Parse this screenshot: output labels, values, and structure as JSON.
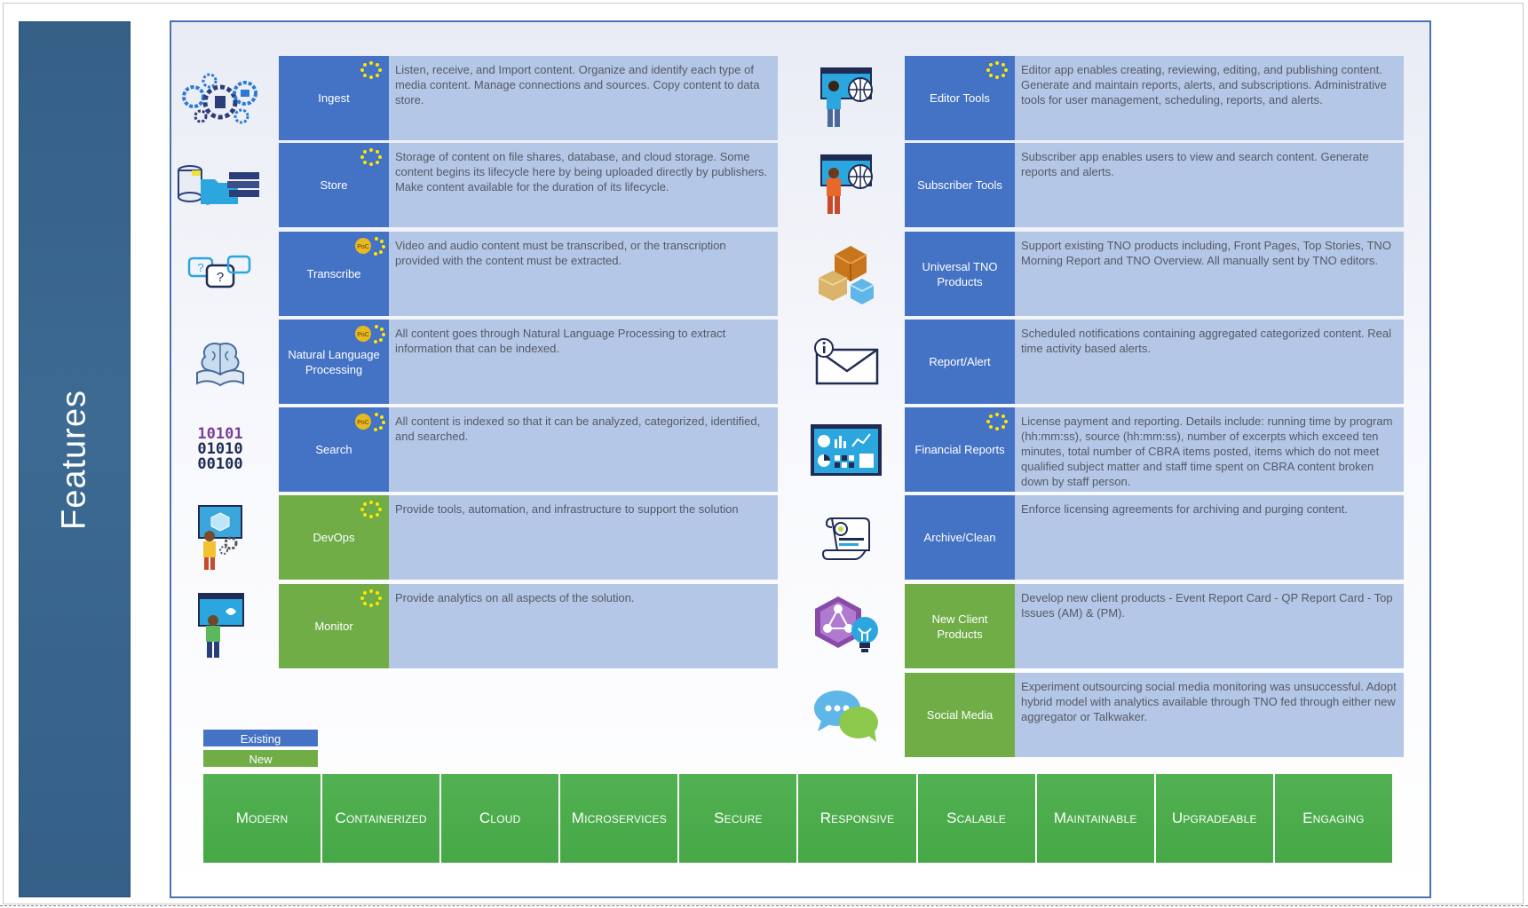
{
  "side_panel": {
    "title": "Features"
  },
  "legend": {
    "existing_label": "Existing",
    "new_label": "New"
  },
  "left_column": [
    {
      "label": "Ingest",
      "status": "existing",
      "badges": [
        "sun"
      ],
      "icon": "gears-network-icon",
      "description": "Listen, receive, and Import content.  Organize and identify each type of media content.  Manage connections and sources.  Copy content to data store."
    },
    {
      "label": "Store",
      "status": "existing",
      "badges": [
        "sun"
      ],
      "icon": "database-folder-books-icon",
      "description": "Storage of content on file shares, database, and cloud storage.  Some content begins its lifecycle here by being uploaded directly by publishers. Make content available for the duration of its lifecycle."
    },
    {
      "label": "Transcribe",
      "status": "existing",
      "badges": [
        "poc",
        "sun"
      ],
      "poc_label": "PoC",
      "icon": "speech-bubbles-question-icon",
      "description": "Video and audio content must be transcribed, or the transcription provided with the content must be extracted."
    },
    {
      "label": "Natural Language Processing",
      "status": "existing",
      "badges": [
        "poc",
        "sun"
      ],
      "poc_label": "PoC",
      "icon": "brain-book-icon",
      "description": "All content goes through Natural Language Processing to extract information that can be indexed."
    },
    {
      "label": "Search",
      "status": "existing",
      "badges": [
        "poc",
        "sun"
      ],
      "poc_label": "PoC",
      "icon": "binary-code-icon",
      "binary_lines": [
        "10101",
        "01010",
        "00100"
      ],
      "description": "All content is indexed so that it can be analyzed, categorized, identified, and searched."
    },
    {
      "label": "DevOps",
      "status": "new",
      "badges": [
        "sun"
      ],
      "icon": "developer-person-icon",
      "description": "Provide tools, automation, and infrastructure to support the solution"
    },
    {
      "label": "Monitor",
      "status": "new",
      "badges": [
        "sun"
      ],
      "icon": "monitor-person-icon",
      "description": "Provide analytics on all aspects of the solution."
    }
  ],
  "right_column": [
    {
      "label": "Editor Tools",
      "status": "existing",
      "badges": [
        "sun"
      ],
      "icon": "editor-person-globe-icon",
      "description": "Editor app enables creating, reviewing, editing, and publishing content. Generate and maintain reports, alerts, and subscriptions.  Administrative tools for user management, scheduling, reports, and alerts."
    },
    {
      "label": "Subscriber Tools",
      "status": "existing",
      "badges": [],
      "icon": "subscriber-person-globe-icon",
      "description": "Subscriber app enables users to view and search content.  Generate reports and alerts."
    },
    {
      "label": "Universal TNO Products",
      "status": "existing",
      "badges": [],
      "icon": "boxes-icon",
      "description": "Support existing TNO products including, Front Pages, Top Stories, TNO Morning Report and TNO Overview. All manually sent by TNO editors."
    },
    {
      "label": "Report/Alert",
      "status": "existing",
      "badges": [],
      "icon": "envelope-info-icon",
      "description": "Scheduled notifications containing aggregated categorized content.  Real time activity based alerts."
    },
    {
      "label": "Financial Reports",
      "status": "existing",
      "badges": [
        "sun"
      ],
      "icon": "dashboard-icon",
      "description": "License payment and reporting. Details include: running time by program (hh:mm:ss), source (hh:mm:ss), number of excerpts which exceed ten minutes, total number of CBRA items posted, items which do not meet qualified subject matter and staff time spent on CBRA content broken down by staff person."
    },
    {
      "label": "Archive/Clean",
      "status": "existing",
      "badges": [],
      "icon": "scroll-icon",
      "description": "Enforce licensing agreements for archiving and purging content."
    },
    {
      "label": "New Client Products",
      "status": "new",
      "badges": [],
      "icon": "hexagon-lightbulb-icon",
      "description": "Develop new client products - Event Report Card - QP Report Card - Top Issues (AM) & (PM)."
    },
    {
      "label": "Social Media",
      "status": "new",
      "badges": [],
      "icon": "chat-bubbles-icon",
      "description": "Experiment outsourcing social media monitoring was unsuccessful. Adopt hybrid model with analytics available through TNO fed through either new aggregator or Talkwaker."
    }
  ],
  "attributes": [
    "Modern",
    "Containerized",
    "Cloud",
    "Microservices",
    "Secure",
    "Responsive",
    "Scalable",
    "Maintainable",
    "Upgradeable",
    "Engaging"
  ],
  "colors": {
    "existing": "#4472c4",
    "new": "#70ad47",
    "description_bg": "#b4c7e7",
    "attribute_tile": "#4caf50",
    "side_panel": "#3a6690"
  }
}
